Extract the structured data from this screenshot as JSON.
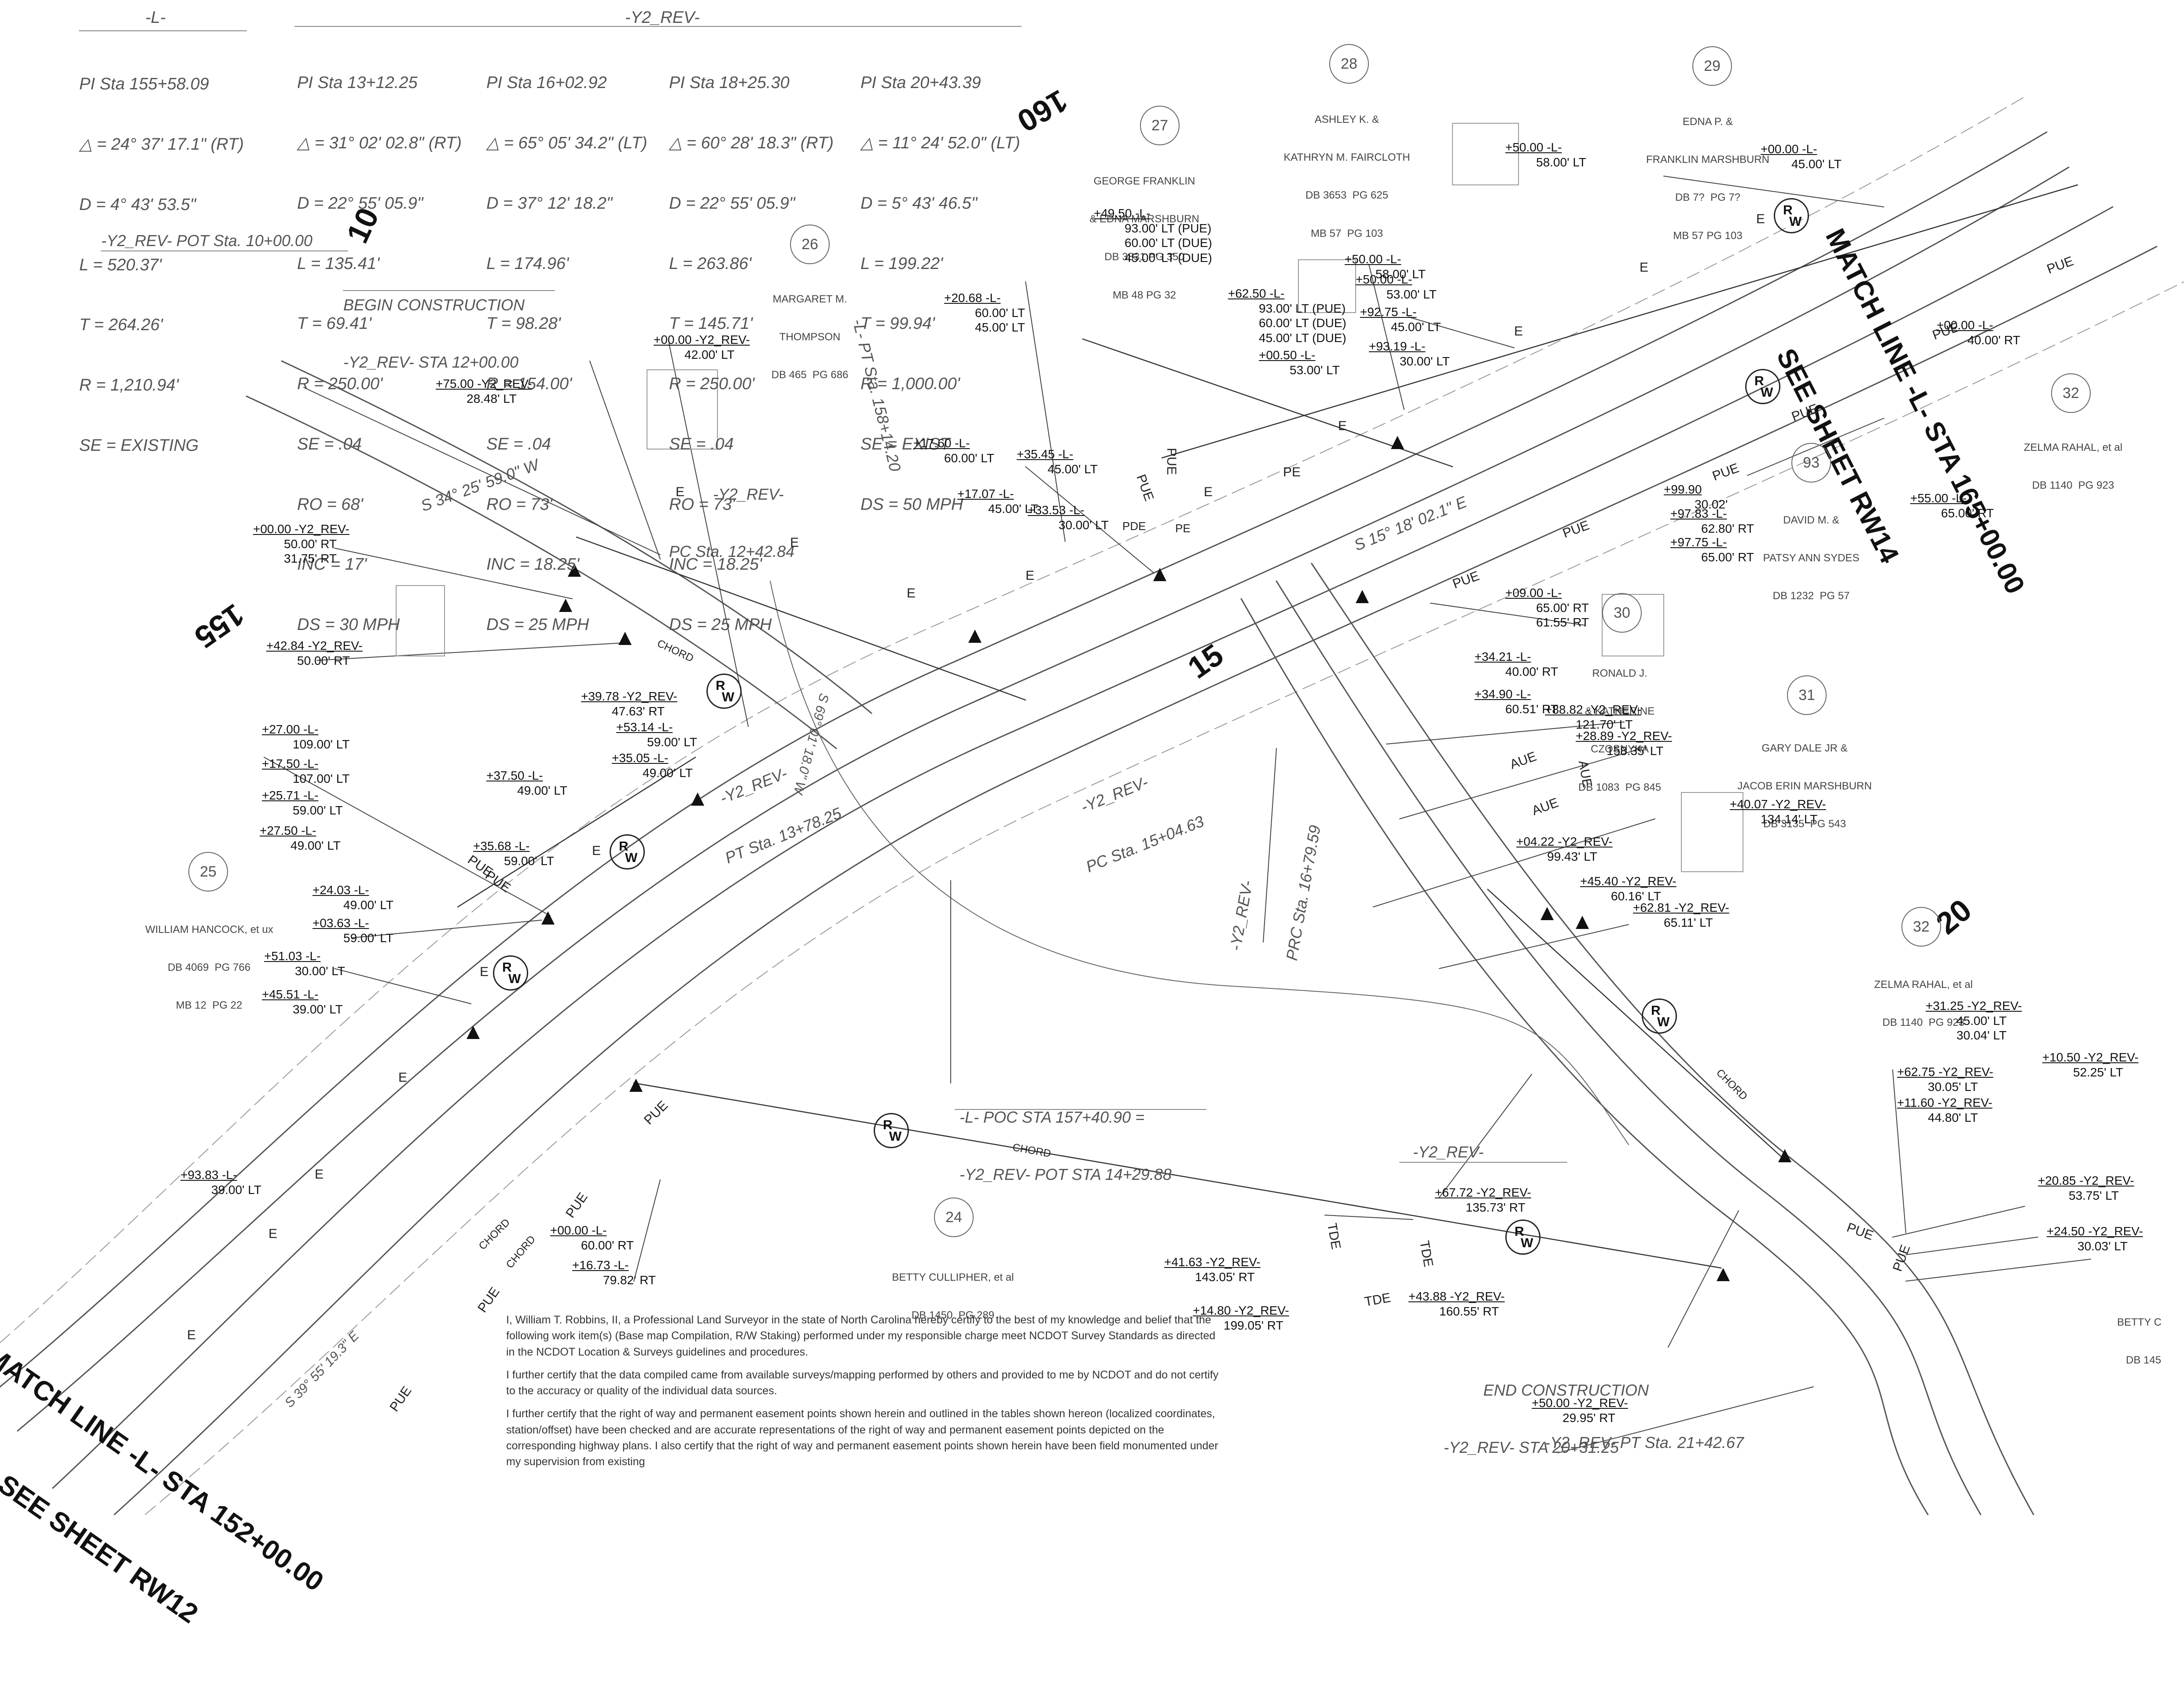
{
  "curves": {
    "L": {
      "title": "-L-",
      "lines": [
        "PI Sta 155+58.09",
        "△ = 24° 37' 17.1\" (RT)",
        "D = 4° 43' 53.5\"",
        "L = 520.37'",
        "T = 264.26'",
        "R = 1,210.94'",
        "SE = EXISTING"
      ]
    },
    "y2_title": "-Y2_REV-",
    "Y2a": {
      "lines": [
        "PI Sta 13+12.25",
        "△ = 31° 02' 02.8\" (RT)",
        "D = 22° 55' 05.9\"",
        "L = 135.41'",
        "T = 69.41'",
        "R = 250.00'",
        "SE = .04",
        "RO = 68'",
        "INC = 17'",
        "DS = 30 MPH"
      ]
    },
    "Y2b": {
      "lines": [
        "PI Sta 16+02.92",
        "△ = 65° 05' 34.2\" (LT)",
        "D = 37° 12' 18.2\"",
        "L = 174.96'",
        "T = 98.28'",
        "R = 154.00'",
        "SE = .04",
        "RO = 73'",
        "INC = 18.25'",
        "DS = 25 MPH"
      ]
    },
    "Y2c": {
      "lines": [
        "PI Sta 18+25.30",
        "△ = 60° 28' 18.3\" (RT)",
        "D = 22° 55' 05.9\"",
        "L = 263.86'",
        "T = 145.71'",
        "R = 250.00'",
        "SE = .04",
        "RO = 73'",
        "INC = 18.25'",
        "DS = 25 MPH"
      ]
    },
    "Y2d": {
      "lines": [
        "PI Sta 20+43.39",
        "△ = 11° 24' 52.0\" (LT)",
        "D = 5° 43' 46.5\"",
        "L = 199.22'",
        "T = 99.94'",
        "R = 1,000.00'",
        "SE = EXIST",
        "DS = 50 MPH"
      ]
    }
  },
  "match_lines": {
    "right": [
      "MATCH LINE -L- STA 165+00.00",
      "SEE SHEET RW14"
    ],
    "left": [
      "MATCH LINE -L- STA 152+00.00",
      "SEE SHEET RW12"
    ]
  },
  "big_stations": [
    "10",
    "15",
    "20",
    "155",
    "160"
  ],
  "alignment_labels": {
    "pot": "-Y2_REV- POT Sta. 10+00.00",
    "begin": [
      "BEGIN CONSTRUCTION",
      "-Y2_REV- STA 12+00.00"
    ],
    "pc1": [
      "-Y2_REV-",
      "PC Sta. 12+42.84"
    ],
    "pt1": [
      "-Y2_REV-",
      "PT Sta. 13+78.25"
    ],
    "lpt": "-L- PT Sta. 158+14.20",
    "pc2": [
      "-Y2_REV-",
      "PC Sta. 15+04.63"
    ],
    "prc": [
      "-Y2_REV-",
      "PRC Sta. 16+79.59"
    ],
    "poc": [
      "-L- POC STA 157+40.90 =",
      "-Y2_REV- POT STA 14+29.88"
    ],
    "y2rev": "-Y2_REV-",
    "end": [
      "END CONSTRUCTION",
      "-Y2_REV- STA 20+31.25"
    ],
    "pt2": "-Y2_REV- PT Sta. 21+42.67",
    "bearing1": "S 34° 25' 59.0\" W",
    "bearing2": "S 15° 18' 02.1\" E",
    "bearing3": "S 39° 55' 19.3\" E",
    "bearing4": "S 69° 01' 18.0\" W"
  },
  "owners": [
    {
      "num": "26",
      "lines": [
        "MARGARET M.",
        "THOMPSON",
        "DB 465  PG 686"
      ]
    },
    {
      "num": "27",
      "lines": [
        "GEORGE FRANKLIN",
        "& EDNA MARSHBURN",
        "DB 3831 PG 350",
        "MB 48 PG 32"
      ]
    },
    {
      "num": "28",
      "lines": [
        "ASHLEY K. &",
        "KATHRYN M. FAIRCLOTH",
        "DB 3653  PG 625",
        "MB 57  PG 103"
      ]
    },
    {
      "num": "29",
      "lines": [
        "EDNA P. &",
        "FRANKLIN MARSHBURN",
        "DB 7?  PG 7?",
        "MB 57 PG 103"
      ]
    },
    {
      "num": "32",
      "lines": [
        "ZELMA RAHAL, et al",
        "DB 1140  PG 923"
      ]
    },
    {
      "num": "93",
      "lines": [
        "DAVID M. &",
        "PATSY ANN SYDES",
        "DB 1232  PG 57"
      ]
    },
    {
      "num": "30",
      "lines": [
        "RONALD J.",
        "& KATHERINE",
        "CZOSNYKA",
        "DB 1083  PG 845"
      ]
    },
    {
      "num": "31",
      "lines": [
        "GARY DALE JR &",
        "JACOB ERIN MARSHBURN",
        "DB 3135  PG 543"
      ]
    },
    {
      "num": "25",
      "lines": [
        "WILLIAM HANCOCK, et ux",
        "DB 4069  PG 766",
        "MB 12  PG 22"
      ]
    },
    {
      "num": "32",
      "lines": [
        "ZELMA RAHAL, et al",
        "DB 1140  PG 923"
      ]
    },
    {
      "num": "24",
      "lines": [
        "BETTY CULLIPHER, et al",
        "DB 1450  PG 289"
      ]
    },
    {
      "num": "",
      "lines": [
        "BETTY C",
        "DB 145"
      ]
    }
  ],
  "stations": [
    {
      "t1": "+00.00 -Y2_REV-",
      "rest": [
        "42.00' LT"
      ]
    },
    {
      "t1": "+75.00 -Y2_REV-",
      "rest": [
        "28.48' LT"
      ]
    },
    {
      "t1": "+00.00 -Y2_REV-",
      "rest": [
        "50.00' RT",
        "31.75' RT"
      ]
    },
    {
      "t1": "+42.84 -Y2_REV-",
      "rest": [
        "50.00' RT"
      ]
    },
    {
      "t1": "+20.68 -L-",
      "rest": [
        "60.00' LT",
        "45.00' LT"
      ]
    },
    {
      "t1": "+17.60 -L-",
      "rest": [
        "60.00' LT"
      ]
    },
    {
      "t1": "+35.45 -L-",
      "rest": [
        "45.00' LT"
      ]
    },
    {
      "t1": "+17.07 -L-",
      "rest": [
        "45.00' LT"
      ]
    },
    {
      "t1": "+33.53 -L-",
      "rest": [
        "30.00' LT"
      ]
    },
    {
      "t1": "+49.50 -L-",
      "rest": [
        "93.00' LT (PUE)",
        "60.00' LT (DUE)",
        "45.00' LT (DUE)"
      ]
    },
    {
      "t1": "+62.50 -L-",
      "rest": [
        "93.00' LT (PUE)",
        "60.00' LT (DUE)",
        "45.00' LT (DUE)"
      ]
    },
    {
      "t1": "+00.50 -L-",
      "rest": [
        "53.00' LT"
      ]
    },
    {
      "t1": "+50.00 -L-",
      "rest": [
        "58.00' LT"
      ]
    },
    {
      "t1": "+50.00 -L-",
      "rest": [
        "58.00' LT"
      ]
    },
    {
      "t1": "+50.00 -L-",
      "rest": [
        "53.00' LT"
      ]
    },
    {
      "t1": "+92.75 -L-",
      "rest": [
        "45.00' LT"
      ]
    },
    {
      "t1": "+93.19 -L-",
      "rest": [
        "30.00' LT"
      ]
    },
    {
      "t1": "+00.00 -L-",
      "rest": [
        "45.00' LT"
      ]
    },
    {
      "t1": "+00.00 -L-",
      "rest": [
        "40.00' RT"
      ]
    },
    {
      "t1": "+55.00 -L-",
      "rest": [
        "65.00' RT"
      ]
    },
    {
      "t1": "+99.90",
      "rest": [
        "30.02'"
      ]
    },
    {
      "t1": "+97.83 -L-",
      "rest": [
        "62.80' RT"
      ]
    },
    {
      "t1": "+97.75 -L-",
      "rest": [
        "65.00' RT"
      ]
    },
    {
      "t1": "+09.00 -L-",
      "rest": [
        "65.00' RT",
        "61.55' RT"
      ]
    },
    {
      "t1": "+34.21 -L-",
      "rest": [
        "40.00' RT"
      ]
    },
    {
      "t1": "+34.90 -L-",
      "rest": [
        "60.51' RT"
      ]
    },
    {
      "t1": "+88.82 -Y2_REV-",
      "rest": [
        "121.70' LT"
      ]
    },
    {
      "t1": "+28.89 -Y2_REV-",
      "rest": [
        "158.35' LT"
      ]
    },
    {
      "t1": "+40.07 -Y2_REV-",
      "rest": [
        "134.14' LT"
      ]
    },
    {
      "t1": "+04.22 -Y2_REV-",
      "rest": [
        "99.43' LT"
      ]
    },
    {
      "t1": "+45.40 -Y2_REV-",
      "rest": [
        "60.16' LT"
      ]
    },
    {
      "t1": "+62.81 -Y2_REV-",
      "rest": [
        "65.11' LT"
      ]
    },
    {
      "t1": "+39.78 -Y2_REV-",
      "rest": [
        "47.63' RT"
      ]
    },
    {
      "t1": "+53.14 -L-",
      "rest": [
        "59.00' LT"
      ]
    },
    {
      "t1": "+35.05 -L-",
      "rest": [
        "49.00' LT"
      ]
    },
    {
      "t1": "+27.00 -L-",
      "rest": [
        "109.00' LT"
      ]
    },
    {
      "t1": "+17.50 -L-",
      "rest": [
        "107.00' LT"
      ]
    },
    {
      "t1": "+25.71 -L-",
      "rest": [
        "59.00' LT"
      ]
    },
    {
      "t1": "+27.50 -L-",
      "rest": [
        "49.00' LT"
      ]
    },
    {
      "t1": "+37.50 -L-",
      "rest": [
        "49.00' LT"
      ]
    },
    {
      "t1": "+35.68 -L-",
      "rest": [
        "59.00' LT"
      ]
    },
    {
      "t1": "+24.03 -L-",
      "rest": [
        "49.00' LT"
      ]
    },
    {
      "t1": "+03.63 -L-",
      "rest": [
        "59.00' LT"
      ]
    },
    {
      "t1": "+51.03 -L-",
      "rest": [
        "30.00' LT"
      ]
    },
    {
      "t1": "+45.51 -L-",
      "rest": [
        "39.00' LT"
      ]
    },
    {
      "t1": "+93.83 -L-",
      "rest": [
        "39.00' LT"
      ]
    },
    {
      "t1": "+00.00 -L-",
      "rest": [
        "60.00' RT"
      ]
    },
    {
      "t1": "+16.73 -L-",
      "rest": [
        "79.82' RT"
      ]
    },
    {
      "t1": "+67.72 -Y2_REV-",
      "rest": [
        "135.73' RT"
      ]
    },
    {
      "t1": "+41.63 -Y2_REV-",
      "rest": [
        "143.05' RT"
      ]
    },
    {
      "t1": "+14.80 -Y2_REV-",
      "rest": [
        "199.05' RT"
      ]
    },
    {
      "t1": "+43.88 -Y2_REV-",
      "rest": [
        "160.55' RT"
      ]
    },
    {
      "t1": "+31.25 -Y2_REV-",
      "rest": [
        "45.00' LT",
        "30.04' LT"
      ]
    },
    {
      "t1": "+62.75 -Y2_REV-",
      "rest": [
        "30.05' LT"
      ]
    },
    {
      "t1": "+11.60 -Y2_REV-",
      "rest": [
        "44.80' LT"
      ]
    },
    {
      "t1": "+10.50 -Y2_REV-",
      "rest": [
        "52.25' LT"
      ]
    },
    {
      "t1": "+20.85 -Y2_REV-",
      "rest": [
        "53.75' LT"
      ]
    },
    {
      "t1": "+24.50 -Y2_REV-",
      "rest": [
        "30.03' LT"
      ]
    },
    {
      "t1": "+50.00 -Y2_REV-",
      "rest": [
        "29.95' RT"
      ]
    }
  ],
  "line_labels": {
    "E": "E",
    "PE": "PE",
    "PUE": "PUE",
    "AUE": "AUE",
    "TDE": "TDE",
    "CHORD": "CHORD",
    "PDE": "PDE",
    "R": "R",
    "W": "W"
  },
  "certification": [
    "I, William T. Robbins, II, a Professional Land Surveyor in the state of North Carolina hereby certify to the best of my knowledge and belief that the following work item(s) (Base map Compilation, R/W Staking) performed under my responsible charge meet NCDOT Survey Standards as directed in the NCDOT Location & Surveys guidelines and procedures.",
    "I further certify that the data compiled came from available surveys/mapping performed by others and provided to me by NCDOT and do not certify to the accuracy or quality of the individual data sources.",
    "I further certify that the right of way and permanent easement points shown herein and outlined in the tables shown hereon (localized coordinates, station/offset) have been checked and are accurate representations of the right of way and permanent easement points depicted on the corresponding highway plans. I also certify that the right of way and permanent easement points shown herein have been field monumented under my supervision from existing"
  ]
}
